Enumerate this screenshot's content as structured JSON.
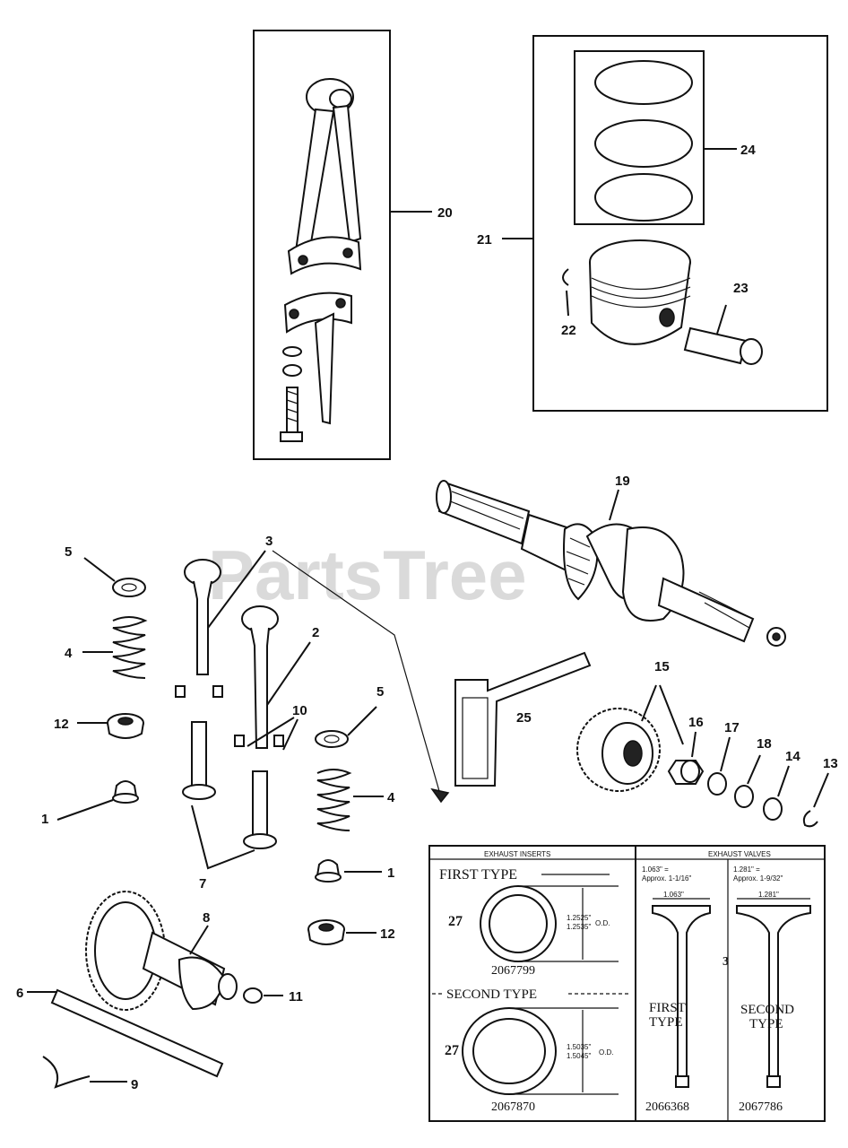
{
  "watermark": "PartsTree",
  "callouts": {
    "c1a": "1",
    "c1b": "1",
    "c2": "2",
    "c3": "3",
    "c4a": "4",
    "c4b": "4",
    "c5a": "5",
    "c5b": "5",
    "c6": "6",
    "c7": "7",
    "c8": "8",
    "c9": "9",
    "c10": "10",
    "c11": "11",
    "c12a": "12",
    "c12b": "12",
    "c13": "13",
    "c14": "14",
    "c15": "15",
    "c16": "16",
    "c17": "17",
    "c18": "18",
    "c19": "19",
    "c20": "20",
    "c21": "21",
    "c22": "22",
    "c23": "23",
    "c24": "24",
    "c25": "25"
  },
  "table": {
    "header_inserts": "EXHAUST INSERTS",
    "header_valves": "EXHAUST VALVES",
    "first_type": "FIRST TYPE",
    "second_type": "SECOND TYPE",
    "item_no": "27",
    "first_od_1": "1.2525\"",
    "first_od_2": "1.2535\"",
    "second_od_1": "1.5035\"",
    "second_od_2": "1.5045\"",
    "od_label": "O.D.",
    "first_part": "2067799",
    "second_part": "2067870",
    "valve1_note_1": "1.063\" =",
    "valve1_note_2": "Approx. 1-1/16\"",
    "valve1_dim": "1.063\"",
    "valve2_note_1": "1.281\" =",
    "valve2_note_2": "Approx. 1-9/32\"",
    "valve2_dim": "1.281\"",
    "valve_item_no": "3",
    "valve1_label_1": "FIRST",
    "valve1_label_2": "TYPE",
    "valve2_label_1": "SECOND",
    "valve2_label_2": "TYPE",
    "valve1_part": "2066368",
    "valve2_part": "2067786"
  }
}
